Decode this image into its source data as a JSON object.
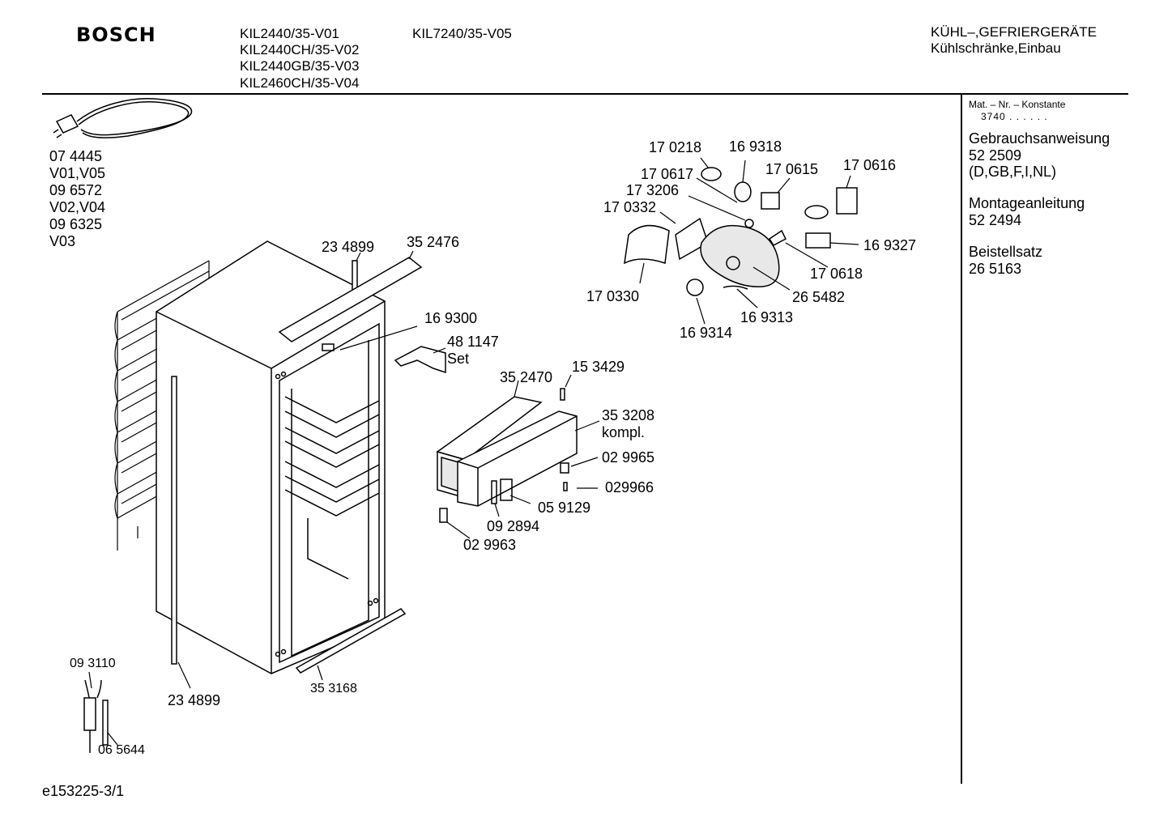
{
  "header": {
    "brand": "BOSCH",
    "models_col1": [
      "KIL2440/35-V01",
      "KIL2440CH/35-V02",
      "KIL2440GB/35-V03",
      "KIL2460CH/35-V04"
    ],
    "models_col2": [
      "KIL7240/35-V05"
    ],
    "category": "KÜHL–,GEFRIERGERÄTE",
    "subcategory": "Kühlschränke,Einbau"
  },
  "sidebar": {
    "mat_label": "Mat. – Nr. – Konstante",
    "mat_value": "3740 . . . . . .",
    "docs": [
      {
        "title": "Gebrauchsanweisung",
        "number": "52 2509",
        "note": "(D,GB,F,I,NL)"
      },
      {
        "title": "Montageanleitung",
        "number": "52 2494"
      },
      {
        "title": "Beistellsatz",
        "number": "26 5163"
      }
    ]
  },
  "power_cord": [
    "07 4445",
    "V01,V05",
    "09 6572",
    "V02,V04",
    "09 6325",
    "V03"
  ],
  "parts": {
    "p234899_top": "23 4899",
    "p352476": "35 2476",
    "p169300": "16 9300",
    "p481147": "48 1147",
    "p481147_note": "Set",
    "p352470": "35 2470",
    "p153429": "15 3429",
    "p353208": "35 3208",
    "p353208_note": "kompl.",
    "p029965": "02 9965",
    "p029966": "029966",
    "p059129": "05 9129",
    "p092894": "09 2894",
    "p029963": "02 9963",
    "p170218": "17 0218",
    "p169318": "16 9318",
    "p170617": "17 0617",
    "p170615": "17 0615",
    "p170616": "17 0616",
    "p173206": "17 3206",
    "p170332": "17 0332",
    "p169327": "16 9327",
    "p170618": "17 0618",
    "p170330": "17 0330",
    "p265482": "26 5482",
    "p169313": "16 9313",
    "p169314": "16 9314",
    "p093110": "09 3110",
    "p065644": "06 5644",
    "p234899_bottom": "23 4899",
    "p353168": "35 3168"
  },
  "footer": {
    "code": "e153225-3/1"
  }
}
